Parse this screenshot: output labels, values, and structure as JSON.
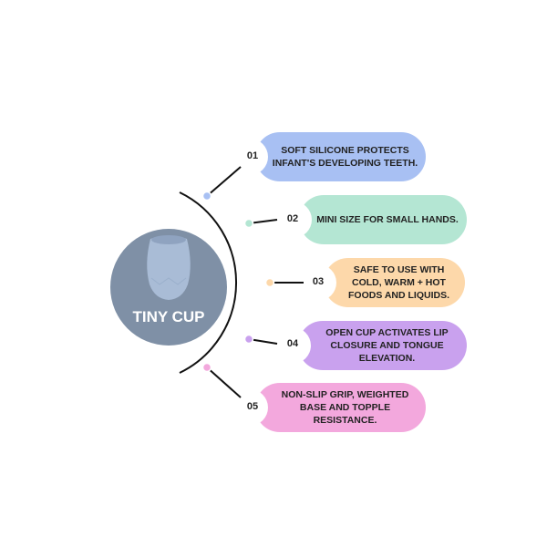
{
  "center": {
    "title": "TINY CUP",
    "circle_color": "#7f90a6",
    "cup_color": "#a9bcd6"
  },
  "items": [
    {
      "number": "01",
      "text": "SOFT SILICONE PROTECTS INFANT'S DEVELOPING TEETH.",
      "color": "#a8c0f3"
    },
    {
      "number": "02",
      "text": "MINI SIZE FOR SMALL HANDS.",
      "color": "#b4e6d3"
    },
    {
      "number": "03",
      "text": "SAFE TO USE WITH COLD, WARM + HOT FOODS AND LIQUIDS.",
      "color": "#fdd8aa"
    },
    {
      "number": "04",
      "text": "OPEN CUP ACTIVATES LIP CLOSURE AND TONGUE ELEVATION.",
      "color": "#c9a1ee"
    },
    {
      "number": "05",
      "text": "NON-SLIP GRIP, WEIGHTED BASE AND TOPPLE RESISTANCE.",
      "color": "#f3a8dd"
    }
  ]
}
